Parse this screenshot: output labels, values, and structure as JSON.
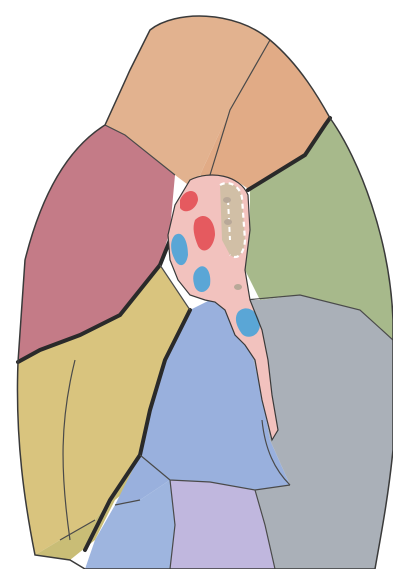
{
  "colors": {
    "background": "#ffffff",
    "outline": "#3a3a3a",
    "fissure": "#2a2a2a",
    "apical": "#e2b28f",
    "posterior_upper": "#e1ab86",
    "superior_lingular": "#c47b87",
    "anterior_upper": "#a7b98b",
    "inferior_lingular": "#d9c47e",
    "lateral_basal": "#c9bd76",
    "superior_lower": "#a8a8c8",
    "anterior_basal": "#99b0dd",
    "medial_basal": "#9eb5df",
    "posterior_basal": "#c0b7de",
    "basal_right": "#aab0b8",
    "hilum": "#f2c2be",
    "artery": "#e55a5f",
    "vein": "#5aa6d6",
    "bronchus": "#d1bfa6",
    "node": "#b8a898"
  },
  "regions": [
    "apical",
    "posterior_upper",
    "superior_lingular",
    "anterior_upper",
    "inferior_lingular",
    "lateral_basal",
    "superior_lower",
    "anterior_basal",
    "medial_basal",
    "posterior_basal",
    "basal_right",
    "hilum"
  ]
}
